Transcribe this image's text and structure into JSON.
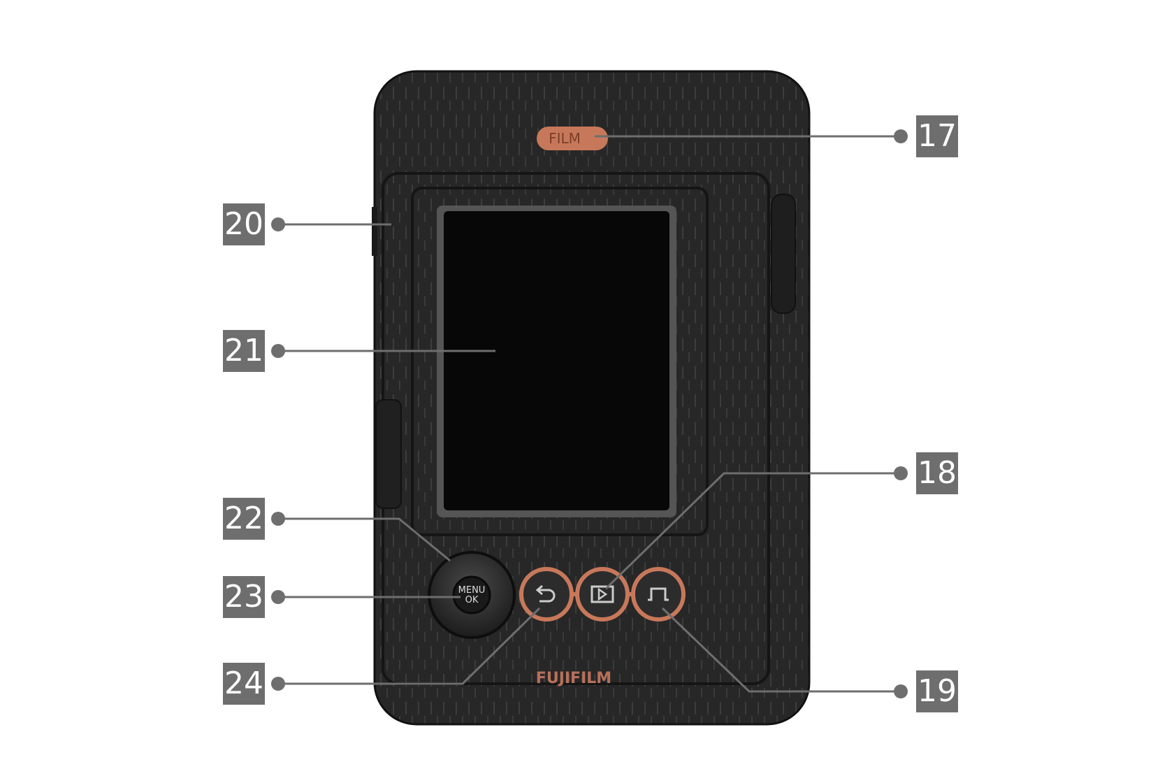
{
  "title": "Instant camera back view parts diagram",
  "callouts": [
    {
      "number": "17",
      "part": "film-door-latch"
    },
    {
      "number": "18",
      "part": "playback-button"
    },
    {
      "number": "19",
      "part": "print-button"
    },
    {
      "number": "20",
      "part": "side-button"
    },
    {
      "number": "21",
      "part": "lcd-monitor"
    },
    {
      "number": "22",
      "part": "selector-dial"
    },
    {
      "number": "23",
      "part": "menu-ok-button"
    },
    {
      "number": "24",
      "part": "back-button"
    }
  ],
  "camera": {
    "film_latch_text": "FILM",
    "menu_text_1": "MENU",
    "menu_text_2": "OK",
    "brand": "FUJIFILM"
  },
  "colors": {
    "body": "#262626",
    "accent": "#c8785a",
    "label_bg": "#6e6e6e",
    "leader": "#6e6e6e"
  }
}
